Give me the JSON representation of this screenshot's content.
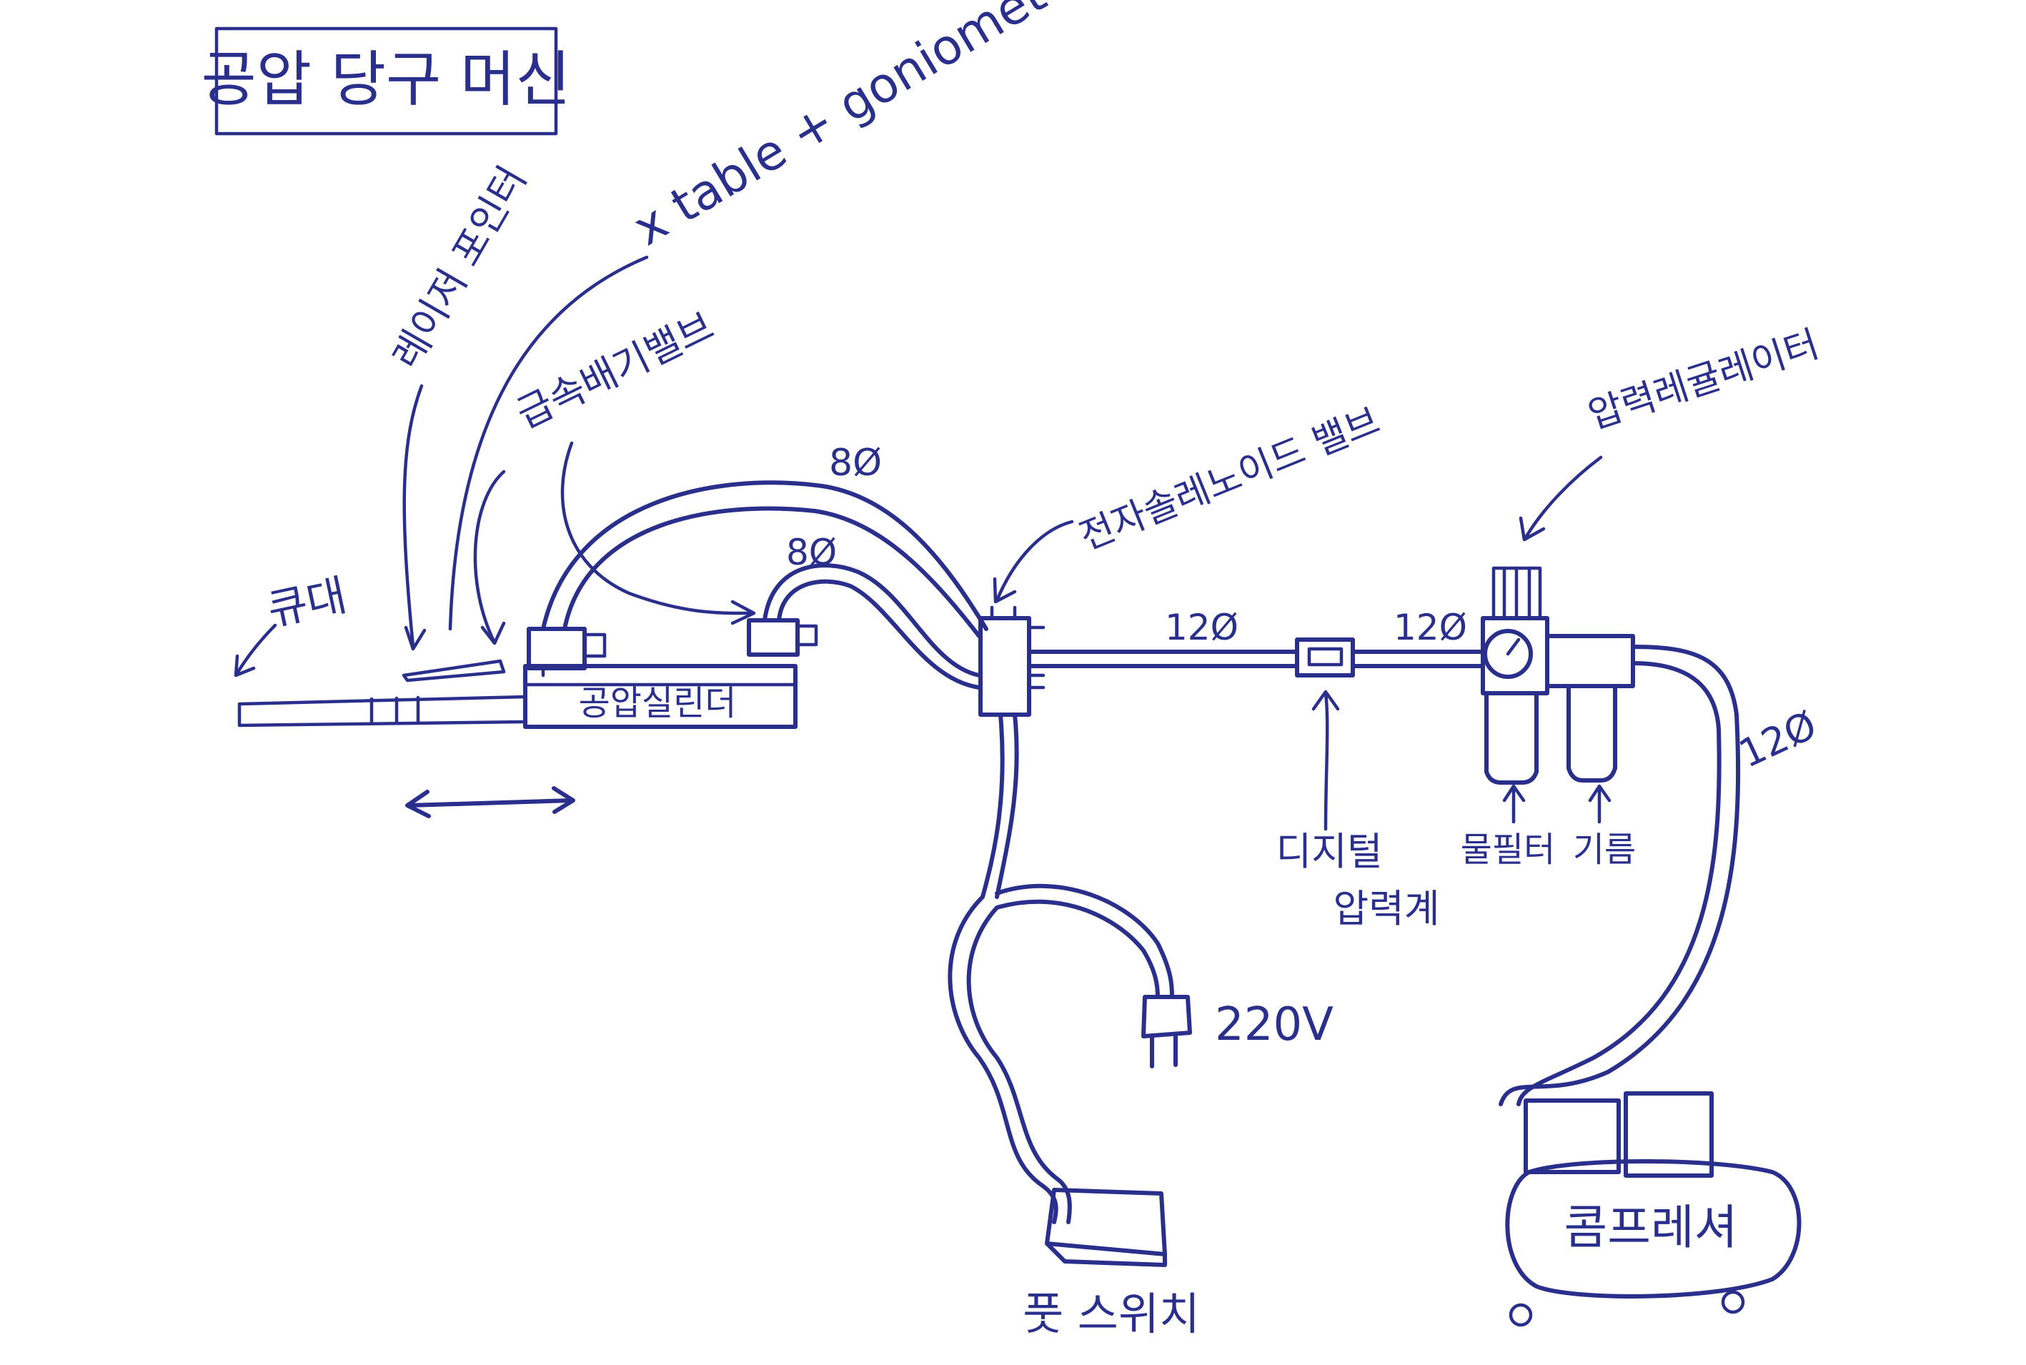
{
  "title": "공압 당구 머신",
  "labels": {
    "cue": "큐대",
    "laser_pointer": "레이저 포인터",
    "quick_exhaust_valve": "급속배기밸브",
    "table_goniometer": "x   table + goniometer",
    "air_cylinder": "공압실린더",
    "solenoid_valve": "전자솔레노이드 밸브",
    "pressure_regulator": "압력레귤레이터",
    "digital_gauge_line1": "디지털",
    "digital_gauge_line2": "압력계",
    "water_filter": "물필터",
    "lubricator": "기름",
    "power": "220V",
    "foot_switch": "풋 스위치",
    "compressor": "콤프레셔"
  },
  "pipe_sizes": {
    "upper_hose": "8Ø",
    "lower_hose": "8Ø",
    "main_line_1": "12Ø",
    "main_line_2": "12Ø",
    "compressor_line": "12Ø"
  }
}
